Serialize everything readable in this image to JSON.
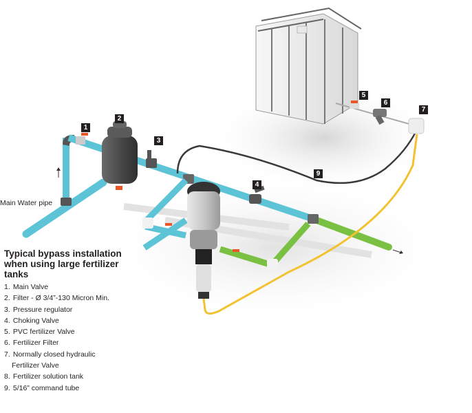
{
  "diagram": {
    "title": "Typical bypass installation when using large fertilizer tanks",
    "main_pipe_label": "Main Water pipe",
    "callouts": [
      "1",
      "2",
      "3",
      "4",
      "5",
      "6",
      "7",
      "9"
    ],
    "legend": [
      {
        "num": "1.",
        "text": "Main Valve"
      },
      {
        "num": "2.",
        "text": "Filter - Ø 3/4”-130 Micron Min."
      },
      {
        "num": "3.",
        "text": "Pressure regulator"
      },
      {
        "num": "4.",
        "text": "Choking Valve"
      },
      {
        "num": "5.",
        "text": "PVC fertilizer Valve"
      },
      {
        "num": "6.",
        "text": "Fertilizer Filter"
      },
      {
        "num": "7.",
        "text": "Normally closed hydraulic",
        "cont": "Fertilizer Valve"
      },
      {
        "num": "8.",
        "text": "Fertilizer solution tank"
      },
      {
        "num": "9.",
        "text": "5/16” command tube"
      }
    ],
    "colors": {
      "inlet_pipe": "#5cc4d6",
      "outlet_pipe": "#7ac143",
      "fertilizer_tube": "#f2c230",
      "command_tube": "#3a3a3a",
      "label_bg": "#231f20"
    }
  }
}
